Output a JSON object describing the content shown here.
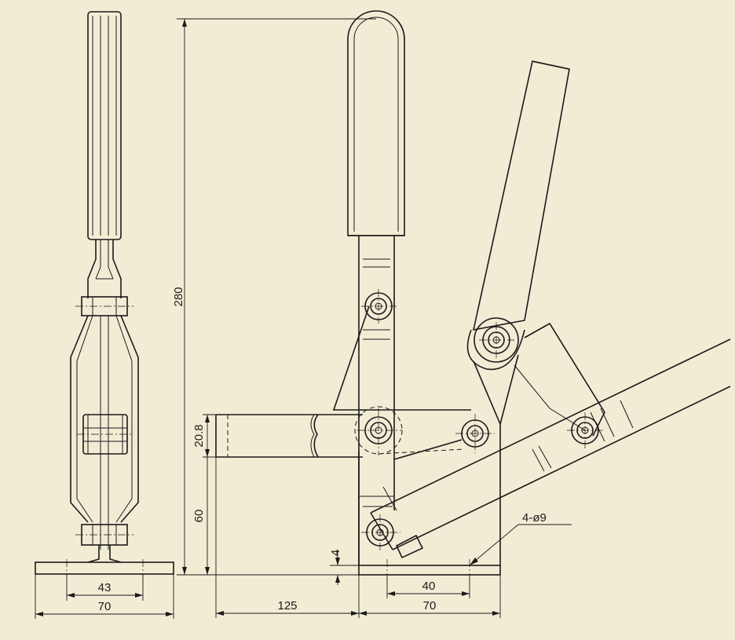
{
  "drawing": {
    "dimensions": {
      "height_total": "280",
      "bar_height": "20.8",
      "pivot_height": "60",
      "base_offset": "4",
      "front_hole_spacing": "43",
      "front_base_width": "70",
      "reach": "125",
      "side_base_width": "70",
      "side_hole_spacing": "40",
      "hole_callout": "4-ø9"
    }
  }
}
